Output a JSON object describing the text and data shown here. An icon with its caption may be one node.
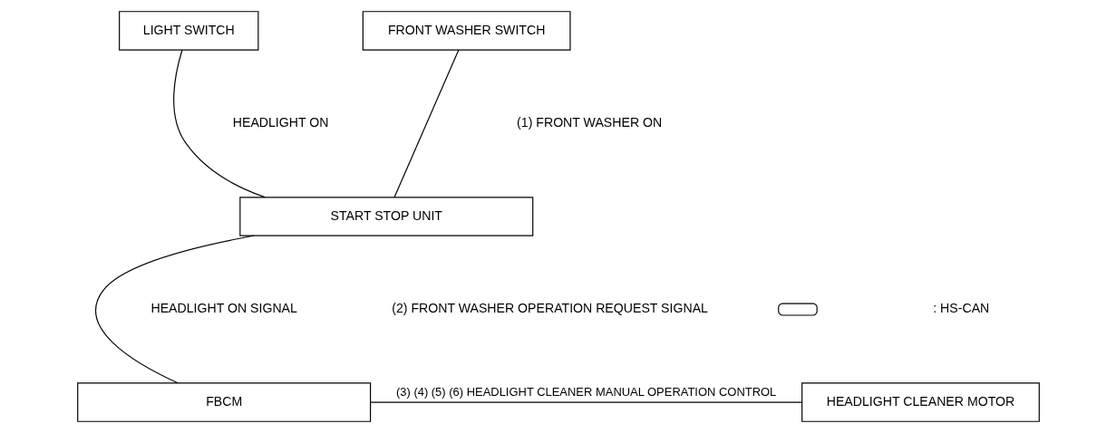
{
  "diagram": {
    "nodes": [
      {
        "text": [
          "LIGHT SWITCH"
        ]
      },
      {
        "text": [
          "FRONT WASHER SWITCH"
        ]
      },
      {
        "text": [
          "START STOP UNIT"
        ]
      },
      {
        "text": [
          "FBCM"
        ]
      },
      {
        "text": [
          "HEADLIGHT CLEANER MOTOR"
        ]
      }
    ],
    "edges": [
      {
        "from": 0,
        "to": 2,
        "arrow": "none"
      },
      {
        "from": 1,
        "to": 2,
        "arrow": "none"
      },
      {
        "from": 2,
        "to": 3,
        "arrow": "none"
      },
      {
        "from": 3,
        "to": 4,
        "arrow": "none",
        "label": "(3) (4) (5) (6) HEADLIGHT CLEANER MANUAL OPERATION CONTROL"
      }
    ],
    "labels": [
      "HEADLIGHT ON",
      "(1) FRONT WASHER ON",
      "HEADLIGHT ON SIGNAL",
      "(2) FRONT WASHER OPERATION REQUEST SIGNAL"
    ],
    "legend": [
      {
        "text": ": HS-CAN"
      }
    ]
  }
}
